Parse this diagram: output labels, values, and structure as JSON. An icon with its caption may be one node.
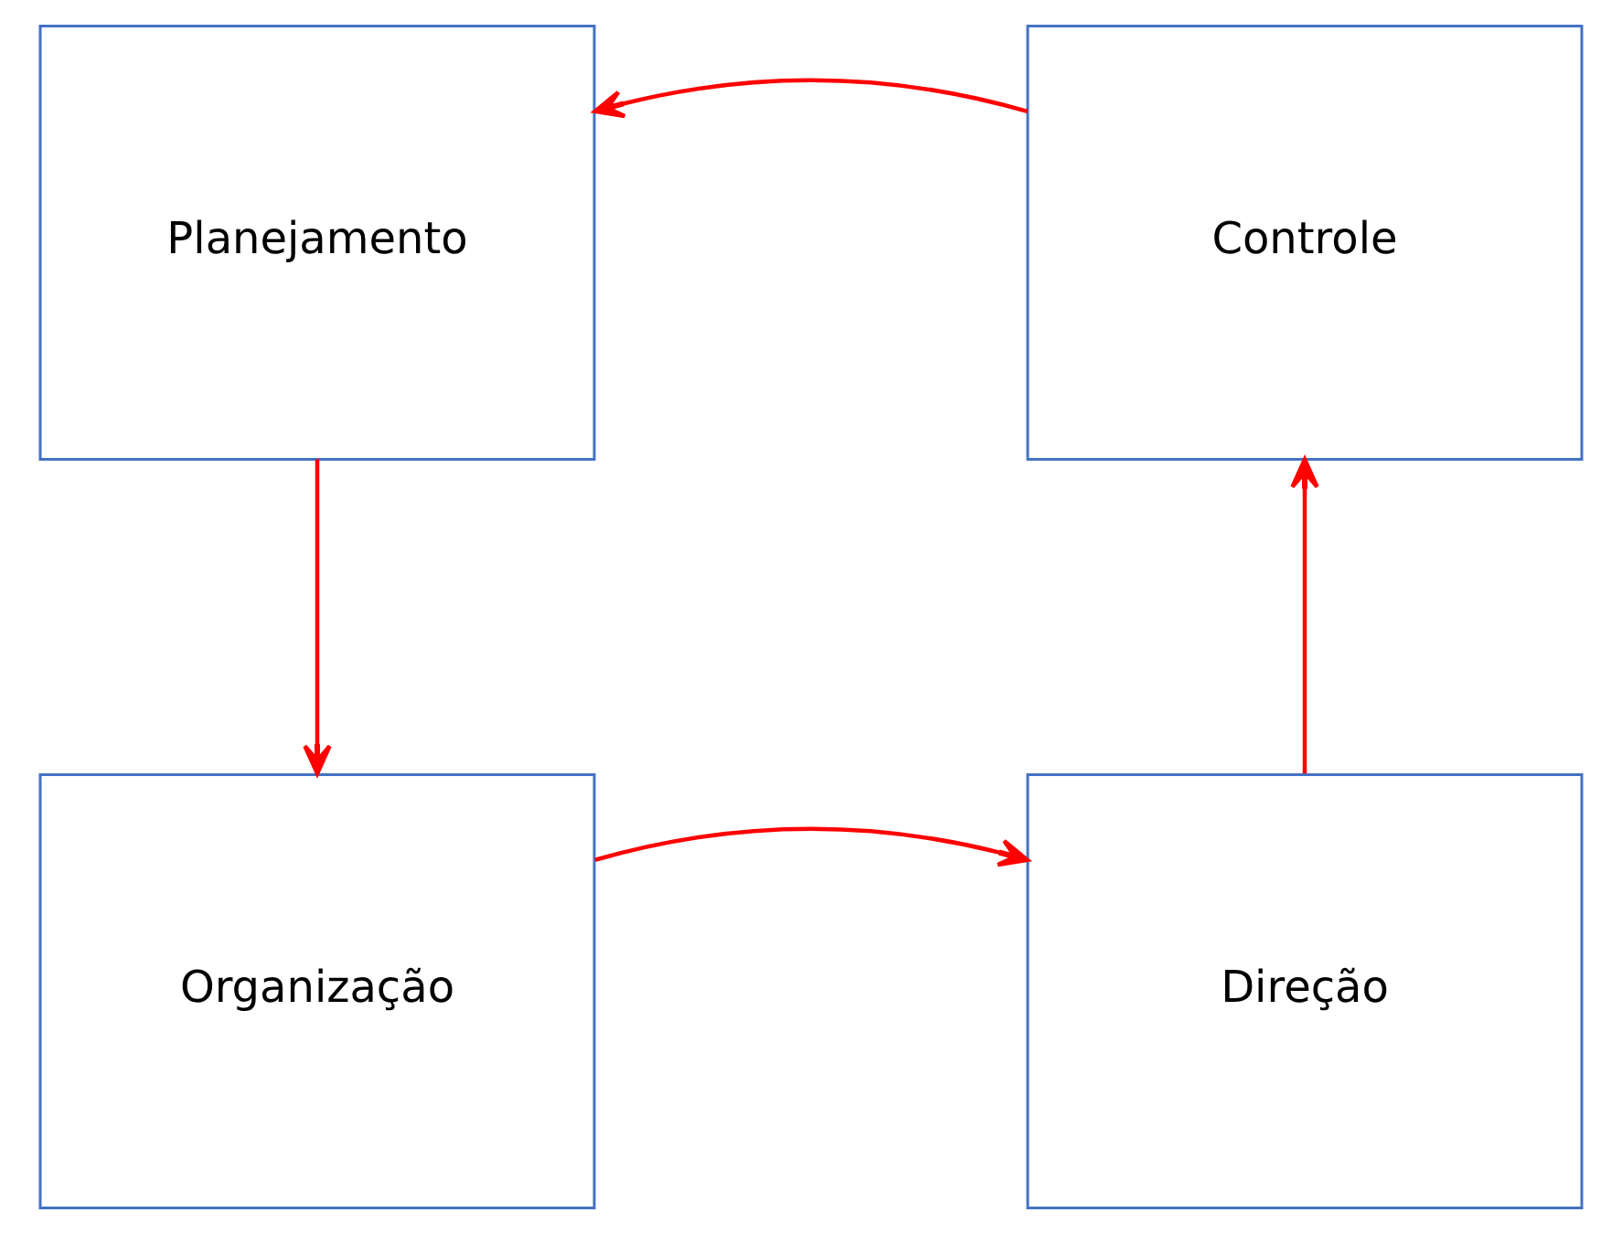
{
  "diagram": {
    "nodes": [
      {
        "text": [
          "Planejamento"
        ]
      },
      {
        "text": [
          "Controle"
        ]
      },
      {
        "text": [
          "Organização"
        ]
      },
      {
        "text": [
          "Direção"
        ]
      }
    ],
    "edges": [
      {
        "from": 1,
        "to": 0,
        "arrow": "to"
      },
      {
        "from": 0,
        "to": 2,
        "arrow": "to"
      },
      {
        "from": 2,
        "to": 3,
        "arrow": "to"
      },
      {
        "from": 3,
        "to": 1,
        "arrow": "to"
      }
    ]
  }
}
